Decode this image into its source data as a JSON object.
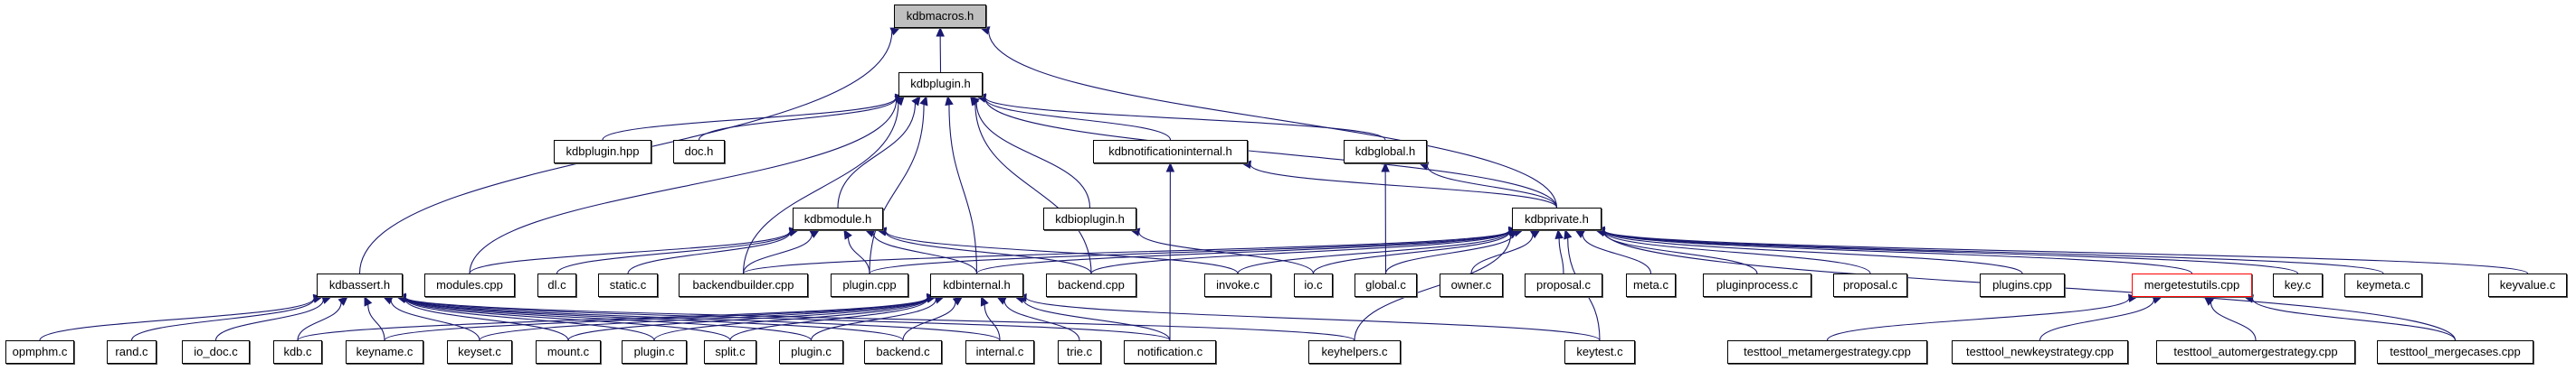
{
  "title": "kdbmacros.h include dependency graph (included-by)",
  "colors": {
    "edge": "#191970",
    "root_fill": "#bfbfbf",
    "highlight_border": "#ff0000"
  },
  "nodes": [
    {
      "id": "kdbmacros_h",
      "label": "kdbmacros.h",
      "kind": "root"
    },
    {
      "id": "kdbplugin_h",
      "label": "kdbplugin.h"
    },
    {
      "id": "kdbplugin_hpp",
      "label": "kdbplugin.hpp"
    },
    {
      "id": "doc_h",
      "label": "doc.h"
    },
    {
      "id": "kdbnotificationinternal_h",
      "label": "kdbnotificationinternal.h"
    },
    {
      "id": "kdbglobal_h",
      "label": "kdbglobal.h"
    },
    {
      "id": "kdbmodule_h",
      "label": "kdbmodule.h"
    },
    {
      "id": "kdbioplugin_h",
      "label": "kdbioplugin.h"
    },
    {
      "id": "kdbprivate_h",
      "label": "kdbprivate.h"
    },
    {
      "id": "kdbassert_h",
      "label": "kdbassert.h"
    },
    {
      "id": "modules_cpp",
      "label": "modules.cpp"
    },
    {
      "id": "dl_c",
      "label": "dl.c"
    },
    {
      "id": "static_c",
      "label": "static.c"
    },
    {
      "id": "backendbuilder_cpp",
      "label": "backendbuilder.cpp"
    },
    {
      "id": "plugin_cpp",
      "label": "plugin.cpp"
    },
    {
      "id": "kdbinternal_h",
      "label": "kdbinternal.h"
    },
    {
      "id": "backend_cpp",
      "label": "backend.cpp"
    },
    {
      "id": "invoke_c",
      "label": "invoke.c"
    },
    {
      "id": "io_c",
      "label": "io.c"
    },
    {
      "id": "global_c",
      "label": "global.c"
    },
    {
      "id": "owner_c",
      "label": "owner.c"
    },
    {
      "id": "proposal_c_1",
      "label": "proposal.c"
    },
    {
      "id": "meta_c",
      "label": "meta.c"
    },
    {
      "id": "pluginprocess_c",
      "label": "pluginprocess.c"
    },
    {
      "id": "proposal_c_2",
      "label": "proposal.c"
    },
    {
      "id": "plugins_cpp",
      "label": "plugins.cpp"
    },
    {
      "id": "mergetestutils_cpp",
      "label": "mergetestutils.cpp",
      "kind": "highlight"
    },
    {
      "id": "key_c",
      "label": "key.c"
    },
    {
      "id": "keymeta_c",
      "label": "keymeta.c"
    },
    {
      "id": "keyvalue_c",
      "label": "keyvalue.c"
    },
    {
      "id": "opmphm_c",
      "label": "opmphm.c"
    },
    {
      "id": "rand_c",
      "label": "rand.c"
    },
    {
      "id": "io_doc_c",
      "label": "io_doc.c"
    },
    {
      "id": "kdb_c",
      "label": "kdb.c"
    },
    {
      "id": "keyname_c",
      "label": "keyname.c"
    },
    {
      "id": "keyset_c",
      "label": "keyset.c"
    },
    {
      "id": "mount_c",
      "label": "mount.c"
    },
    {
      "id": "plugin_c_1",
      "label": "plugin.c"
    },
    {
      "id": "split_c",
      "label": "split.c"
    },
    {
      "id": "plugin_c_2",
      "label": "plugin.c"
    },
    {
      "id": "backend_c",
      "label": "backend.c"
    },
    {
      "id": "internal_c",
      "label": "internal.c"
    },
    {
      "id": "trie_c",
      "label": "trie.c"
    },
    {
      "id": "notification_c",
      "label": "notification.c"
    },
    {
      "id": "keyhelpers_c",
      "label": "keyhelpers.c"
    },
    {
      "id": "keytest_c",
      "label": "keytest.c"
    },
    {
      "id": "testtool_metamergestrategy_cpp",
      "label": "testtool_metamergestrategy.cpp"
    },
    {
      "id": "testtool_newkeystrategy_cpp",
      "label": "testtool_newkeystrategy.cpp"
    },
    {
      "id": "testtool_automergestrategy_cpp",
      "label": "testtool_automergestrategy.cpp"
    },
    {
      "id": "testtool_mergecases_cpp",
      "label": "testtool_mergecases.cpp"
    }
  ],
  "edges": [
    [
      "kdbplugin_h",
      "kdbmacros_h"
    ],
    [
      "kdbassert_h",
      "kdbmacros_h"
    ],
    [
      "kdbprivate_h",
      "kdbmacros_h"
    ],
    [
      "modules_cpp",
      "kdbplugin_h"
    ],
    [
      "kdbplugin_hpp",
      "kdbplugin_h"
    ],
    [
      "doc_h",
      "kdbplugin_h"
    ],
    [
      "kdbnotificationinternal_h",
      "kdbplugin_h"
    ],
    [
      "kdbglobal_h",
      "kdbplugin_h"
    ],
    [
      "kdbmodule_h",
      "kdbplugin_h"
    ],
    [
      "kdbioplugin_h",
      "kdbplugin_h"
    ],
    [
      "kdbprivate_h",
      "kdbplugin_h"
    ],
    [
      "backendbuilder_cpp",
      "kdbplugin_h"
    ],
    [
      "plugin_cpp",
      "kdbplugin_h"
    ],
    [
      "kdbinternal_h",
      "kdbplugin_h"
    ],
    [
      "backend_cpp",
      "kdbplugin_h"
    ],
    [
      "kdbprivate_h",
      "kdbnotificationinternal_h"
    ],
    [
      "notification_c",
      "kdbnotificationinternal_h"
    ],
    [
      "kdbprivate_h",
      "kdbglobal_h"
    ],
    [
      "global_c",
      "kdbglobal_h"
    ],
    [
      "modules_cpp",
      "kdbmodule_h"
    ],
    [
      "dl_c",
      "kdbmodule_h"
    ],
    [
      "static_c",
      "kdbmodule_h"
    ],
    [
      "backendbuilder_cpp",
      "kdbmodule_h"
    ],
    [
      "plugin_cpp",
      "kdbmodule_h"
    ],
    [
      "kdbinternal_h",
      "kdbmodule_h"
    ],
    [
      "backend_cpp",
      "kdbmodule_h"
    ],
    [
      "invoke_c",
      "kdbmodule_h"
    ],
    [
      "io_c",
      "kdbioplugin_h"
    ],
    [
      "backendbuilder_cpp",
      "kdbprivate_h"
    ],
    [
      "plugin_cpp",
      "kdbprivate_h"
    ],
    [
      "kdbinternal_h",
      "kdbprivate_h"
    ],
    [
      "backend_cpp",
      "kdbprivate_h"
    ],
    [
      "invoke_c",
      "kdbprivate_h"
    ],
    [
      "io_c",
      "kdbprivate_h"
    ],
    [
      "global_c",
      "kdbprivate_h"
    ],
    [
      "owner_c",
      "kdbprivate_h"
    ],
    [
      "proposal_c_1",
      "kdbprivate_h"
    ],
    [
      "meta_c",
      "kdbprivate_h"
    ],
    [
      "pluginprocess_c",
      "kdbprivate_h"
    ],
    [
      "proposal_c_2",
      "kdbprivate_h"
    ],
    [
      "plugins_cpp",
      "kdbprivate_h"
    ],
    [
      "mergetestutils_cpp",
      "kdbprivate_h"
    ],
    [
      "key_c",
      "kdbprivate_h"
    ],
    [
      "keymeta_c",
      "kdbprivate_h"
    ],
    [
      "keyvalue_c",
      "kdbprivate_h"
    ],
    [
      "keyhelpers_c",
      "kdbprivate_h"
    ],
    [
      "keytest_c",
      "kdbprivate_h"
    ],
    [
      "testtool_mergecases_cpp",
      "kdbprivate_h"
    ],
    [
      "opmphm_c",
      "kdbassert_h"
    ],
    [
      "rand_c",
      "kdbassert_h"
    ],
    [
      "io_doc_c",
      "kdbassert_h"
    ],
    [
      "kdb_c",
      "kdbassert_h"
    ],
    [
      "keyname_c",
      "kdbassert_h"
    ],
    [
      "keyset_c",
      "kdbassert_h"
    ],
    [
      "mount_c",
      "kdbassert_h"
    ],
    [
      "plugin_c_1",
      "kdbassert_h"
    ],
    [
      "split_c",
      "kdbassert_h"
    ],
    [
      "plugin_c_2",
      "kdbassert_h"
    ],
    [
      "backend_c",
      "kdbassert_h"
    ],
    [
      "internal_c",
      "kdbassert_h"
    ],
    [
      "notification_c",
      "kdbassert_h"
    ],
    [
      "keyhelpers_c",
      "kdbassert_h"
    ],
    [
      "kdb_c",
      "kdbinternal_h"
    ],
    [
      "keyname_c",
      "kdbinternal_h"
    ],
    [
      "keyset_c",
      "kdbinternal_h"
    ],
    [
      "mount_c",
      "kdbinternal_h"
    ],
    [
      "plugin_c_1",
      "kdbinternal_h"
    ],
    [
      "split_c",
      "kdbinternal_h"
    ],
    [
      "plugin_c_2",
      "kdbinternal_h"
    ],
    [
      "backend_c",
      "kdbinternal_h"
    ],
    [
      "internal_c",
      "kdbinternal_h"
    ],
    [
      "trie_c",
      "kdbinternal_h"
    ],
    [
      "notification_c",
      "kdbinternal_h"
    ],
    [
      "keytest_c",
      "kdbinternal_h"
    ],
    [
      "testtool_metamergestrategy_cpp",
      "mergetestutils_cpp"
    ],
    [
      "testtool_newkeystrategy_cpp",
      "mergetestutils_cpp"
    ],
    [
      "testtool_automergestrategy_cpp",
      "mergetestutils_cpp"
    ],
    [
      "testtool_mergecases_cpp",
      "mergetestutils_cpp"
    ]
  ]
}
